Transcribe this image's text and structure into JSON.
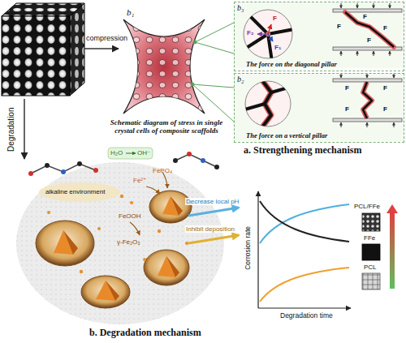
{
  "diagram": {
    "nodes": [
      {
        "text": [
          "The force on the diagonal pillar"
        ]
      },
      {
        "text": [
          "The force on a vertical pillar"
        ]
      }
    ],
    "labels": [
      "compression",
      "b₁",
      "Schematic diagram of stress in single crystal cells of composite scaffolds",
      "b₃",
      "F",
      "F₁",
      "F₂",
      "F",
      "F",
      "F",
      "F",
      "b₂",
      "F",
      "F",
      "F",
      "F",
      "a. Strengthening mechanism",
      "Degradation",
      "H₂O",
      "OH⁻",
      "FePO₄",
      "Fe²⁺",
      "alkaline environment",
      "FeOOH",
      "γ-Fe₂O₃",
      "Decrease local pH",
      "Inhibit deposition",
      "Corrosion rate",
      "Degradation time",
      "PCL/FFe",
      "FFe",
      "PCL",
      "b. Degradation mechanism"
    ]
  }
}
